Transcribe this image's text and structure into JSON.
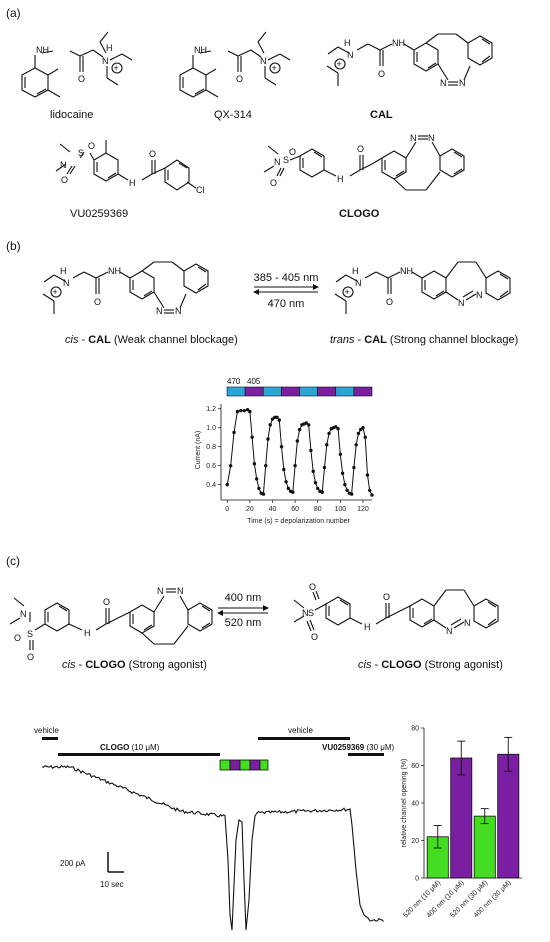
{
  "panels": {
    "a": "(a)",
    "b": "(b)",
    "c": "(c)"
  },
  "molecules": {
    "lidocaine": "lidocaine",
    "qx314": "QX-314",
    "cal": "CAL",
    "vu": "VU0259369",
    "clogo": "CLOGO"
  },
  "atoms": {
    "nh": "NH",
    "n": "N",
    "h": "H",
    "o": "O",
    "s": "S",
    "cl": "Cl",
    "plus": "+"
  },
  "panel_b": {
    "arrow_top": "385 - 405 nm",
    "arrow_bottom": "470 nm",
    "left_label_pre": "cis",
    "left_label_mid": " - ",
    "left_label_name": "CAL",
    "left_label_post": " (Weak channel blockage)",
    "right_label_pre": "trans",
    "right_label_mid": " - ",
    "right_label_name": "CAL",
    "right_label_post": " (Strong channel blockage)",
    "stim_470": "470",
    "stim_405": "405"
  },
  "panel_c": {
    "arrow_top": "400 nm",
    "arrow_bottom": "520 nm",
    "left_label_pre": "cis",
    "left_label_mid": " - ",
    "left_label_name": "CLOGO",
    "left_label_post": " (Strong agonist)",
    "right_label_pre": "cis",
    "right_label_mid": " - ",
    "right_label_name": "CLOGO",
    "right_label_post": " (Strong agonist)",
    "vehicle_1": "vehicle",
    "vehicle_2": "vehicle",
    "clogo_bar_name": "CLOGO",
    "clogo_bar_conc": " (10 μM)",
    "vu_bar_name": "VU0259369",
    "vu_bar_conc": " (30 μM)",
    "scale_current": "200 pA",
    "scale_time": "10 sec"
  },
  "colors": {
    "green": "#44dd22",
    "purple": "#7a1fa2",
    "cyan": "#2aa6d6",
    "black": "#111111"
  },
  "chart_data": [
    {
      "type": "line",
      "title": "",
      "xlabel": "Time (s) = depolarization number",
      "ylabel": "Current (nA)",
      "xlim": [
        -2,
        128
      ],
      "ylim": [
        0.28,
        1.25
      ],
      "xticks": [
        0,
        20,
        40,
        60,
        80,
        100,
        120
      ],
      "yticks": [
        0.4,
        0.6,
        0.8,
        1.0,
        1.2
      ],
      "stimulus_sequence": [
        "470",
        "405",
        "470",
        "405",
        "470",
        "405",
        "470",
        "405"
      ],
      "series": [
        {
          "values": [
            [
              0,
              0.4
            ],
            [
              3,
              0.6
            ],
            [
              6,
              0.95
            ],
            [
              9,
              1.17
            ],
            [
              12,
              1.18
            ],
            [
              15,
              1.18
            ],
            [
              18,
              1.19
            ],
            [
              20,
              1.17
            ],
            [
              22,
              0.9
            ],
            [
              24,
              0.62
            ],
            [
              26,
              0.46
            ],
            [
              28,
              0.36
            ],
            [
              30,
              0.31
            ],
            [
              32,
              0.3
            ],
            [
              34,
              0.6
            ],
            [
              36,
              0.88
            ],
            [
              38,
              1.03
            ],
            [
              40,
              1.09
            ],
            [
              42,
              1.11
            ],
            [
              44,
              1.11
            ],
            [
              46,
              1.08
            ],
            [
              48,
              0.8
            ],
            [
              50,
              0.56
            ],
            [
              52,
              0.43
            ],
            [
              54,
              0.36
            ],
            [
              56,
              0.33
            ],
            [
              58,
              0.32
            ],
            [
              60,
              0.6
            ],
            [
              62,
              0.86
            ],
            [
              64,
              0.98
            ],
            [
              66,
              1.03
            ],
            [
              68,
              1.04
            ],
            [
              70,
              1.05
            ],
            [
              72,
              1.03
            ],
            [
              74,
              0.76
            ],
            [
              76,
              0.54
            ],
            [
              78,
              0.42
            ],
            [
              80,
              0.36
            ],
            [
              82,
              0.33
            ],
            [
              84,
              0.32
            ],
            [
              86,
              0.58
            ],
            [
              88,
              0.82
            ],
            [
              90,
              0.94
            ],
            [
              92,
              0.99
            ],
            [
              94,
              1.0
            ],
            [
              96,
              1.01
            ],
            [
              98,
              0.99
            ],
            [
              100,
              0.72
            ],
            [
              102,
              0.52
            ],
            [
              104,
              0.4
            ],
            [
              106,
              0.34
            ],
            [
              108,
              0.31
            ],
            [
              110,
              0.3
            ],
            [
              112,
              0.58
            ],
            [
              114,
              0.82
            ],
            [
              116,
              0.94
            ],
            [
              118,
              0.98
            ],
            [
              120,
              1.0
            ],
            [
              122,
              0.9
            ],
            [
              124,
              0.5
            ],
            [
              126,
              0.34
            ],
            [
              128,
              0.29
            ]
          ]
        }
      ]
    },
    {
      "type": "bar",
      "title": "",
      "xlabel": "",
      "ylabel": "relative channel opening (%)",
      "ylim": [
        0,
        80
      ],
      "yticks": [
        0,
        20,
        40,
        60,
        80
      ],
      "categories": [
        "520 nm (10 μM)",
        "400 nm (10 μM)",
        "520 nm (30 μM)",
        "400 nm (30 μM)"
      ],
      "values": [
        22,
        64,
        33,
        66
      ],
      "errors": [
        6,
        9,
        4,
        9
      ],
      "bar_colors": [
        "#44dd22",
        "#7a1fa2",
        "#44dd22",
        "#7a1fa2"
      ]
    }
  ]
}
